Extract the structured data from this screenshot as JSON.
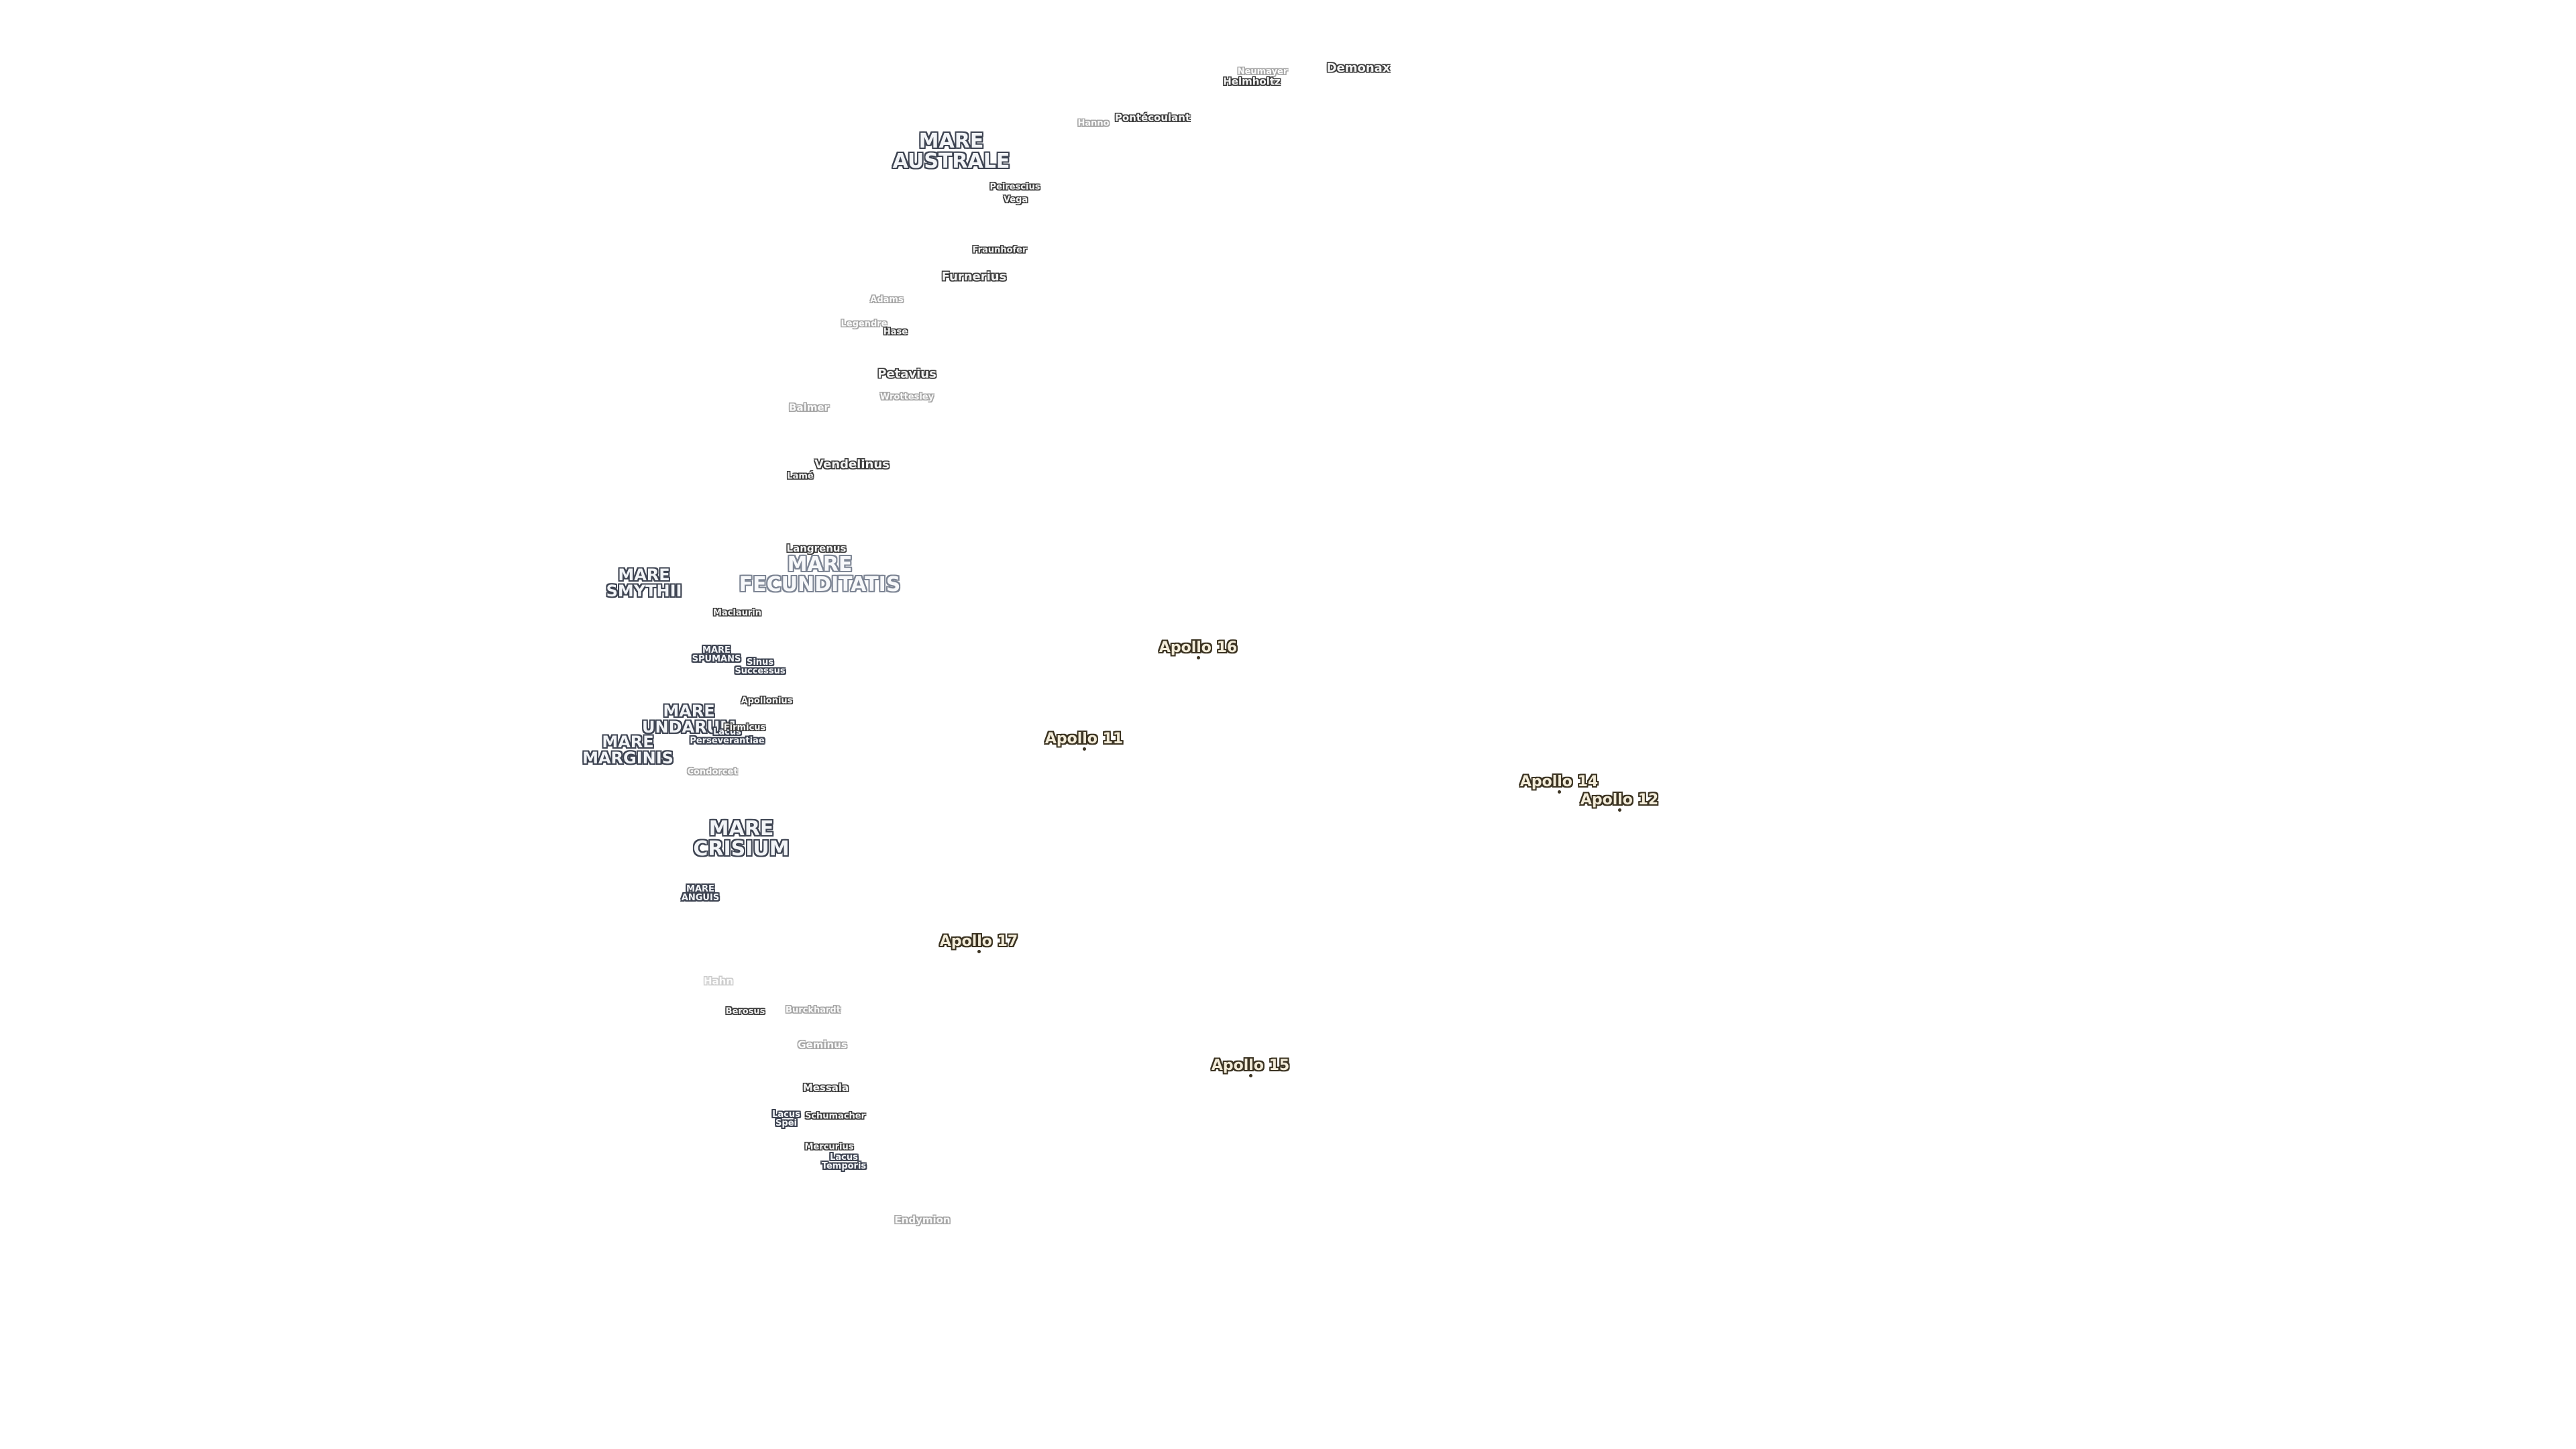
{
  "map": {
    "maria": [
      {
        "id": "mare-australe",
        "name": "MARE\nAUSTRALE"
      },
      {
        "id": "mare-fecunditatis",
        "name": "MARE\nFECUNDITATIS"
      },
      {
        "id": "mare-smythii",
        "name": "MARE\nSMYTHII"
      },
      {
        "id": "mare-spumans",
        "name": "MARE\nSPUMANS"
      },
      {
        "id": "mare-undarum",
        "name": "MARE\nUNDARUM"
      },
      {
        "id": "mare-marginis",
        "name": "MARE\nMARGINIS"
      },
      {
        "id": "mare-crisium",
        "name": "MARE\nCRISIUM"
      },
      {
        "id": "mare-anguis",
        "name": "MARE\nANGUIS"
      },
      {
        "id": "sinus-successus",
        "name": "Sinus\nSuccessus"
      },
      {
        "id": "lacus-perseverantiae",
        "name": "Lacus\nPerseverantiae"
      },
      {
        "id": "lacus-spei",
        "name": "Lacus\nSpei"
      },
      {
        "id": "lacus-temporis",
        "name": "Lacus\nTemporis"
      }
    ],
    "craters": [
      {
        "id": "demonax",
        "name": "Demonax"
      },
      {
        "id": "neumayer",
        "name": "Neumayer"
      },
      {
        "id": "helmholtz",
        "name": "Helmholtz"
      },
      {
        "id": "pontecoulant",
        "name": "Pontécoulant"
      },
      {
        "id": "hanno",
        "name": "Hanno"
      },
      {
        "id": "peirescius",
        "name": "Peirescius"
      },
      {
        "id": "vega",
        "name": "Vega"
      },
      {
        "id": "fraunhofer",
        "name": "Fraunhofer"
      },
      {
        "id": "furnerius",
        "name": "Furnerius"
      },
      {
        "id": "adams",
        "name": "Adams"
      },
      {
        "id": "legendre",
        "name": "Legendre"
      },
      {
        "id": "hase",
        "name": "Hase"
      },
      {
        "id": "petavius",
        "name": "Petavius"
      },
      {
        "id": "wrottesley",
        "name": "Wrottesley"
      },
      {
        "id": "balmer",
        "name": "Balmer"
      },
      {
        "id": "vendelinus",
        "name": "Vendelinus"
      },
      {
        "id": "lame",
        "name": "Lamé"
      },
      {
        "id": "langrenus",
        "name": "Langrenus"
      },
      {
        "id": "maclaurin",
        "name": "Maclaurin"
      },
      {
        "id": "apollonius",
        "name": "Apollonius"
      },
      {
        "id": "firmicus",
        "name": "Firmicus"
      },
      {
        "id": "condorcet",
        "name": "Condorcet"
      },
      {
        "id": "hahn",
        "name": "Hahn"
      },
      {
        "id": "berosus",
        "name": "Berosus"
      },
      {
        "id": "burckhardt",
        "name": "Burckhardt"
      },
      {
        "id": "geminus",
        "name": "Geminus"
      },
      {
        "id": "messala",
        "name": "Messala"
      },
      {
        "id": "schumacher",
        "name": "Schumacher"
      },
      {
        "id": "mercurius",
        "name": "Mercurius"
      },
      {
        "id": "endymion",
        "name": "Endymion"
      }
    ],
    "apollo": [
      {
        "id": "apollo-16",
        "name": "Apollo 16"
      },
      {
        "id": "apollo-11",
        "name": "Apollo 11"
      },
      {
        "id": "apollo-14",
        "name": "Apollo 14"
      },
      {
        "id": "apollo-12",
        "name": "Apollo 12"
      },
      {
        "id": "apollo-17",
        "name": "Apollo 17"
      },
      {
        "id": "apollo-15",
        "name": "Apollo 15"
      }
    ]
  }
}
